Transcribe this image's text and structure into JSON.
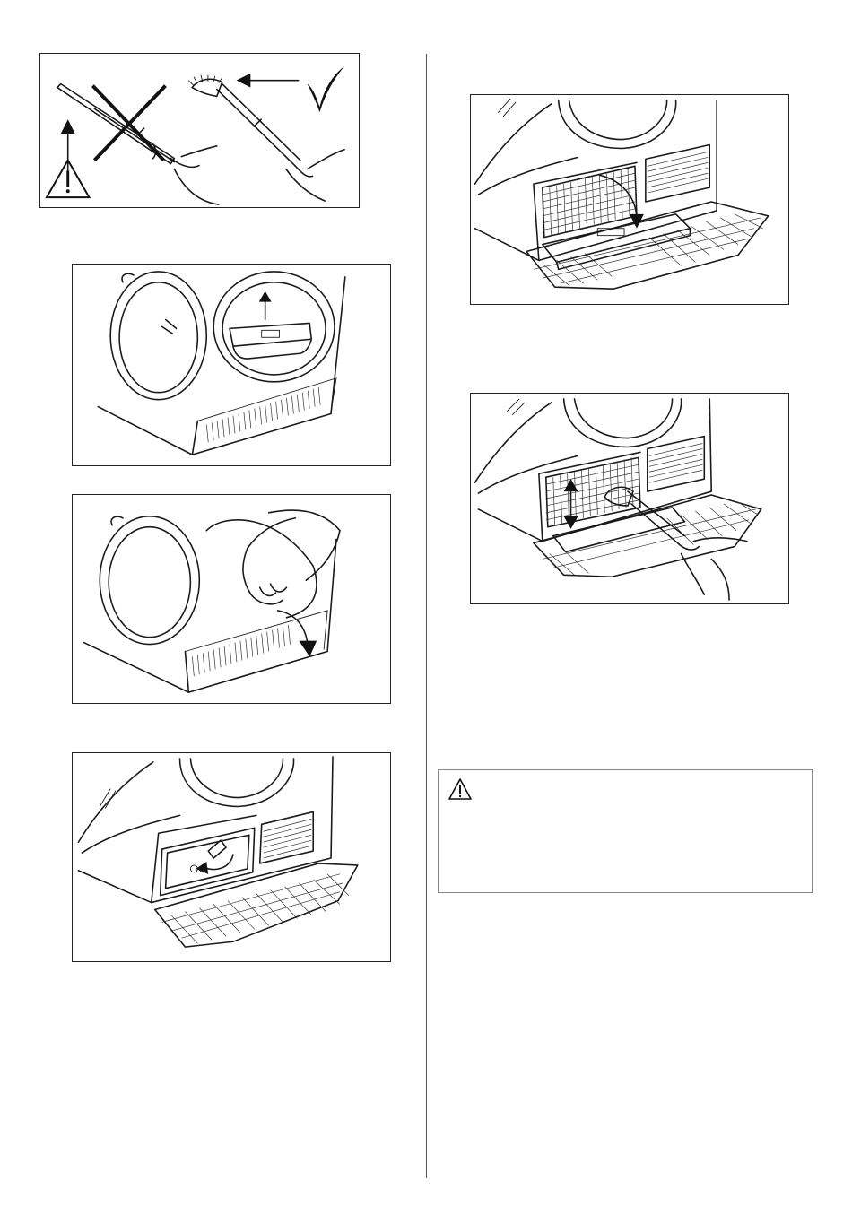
{
  "figures": [
    {
      "id": "nozzle-warning",
      "icons": [
        "warning-icon",
        "cross-icon",
        "check-icon"
      ]
    },
    {
      "id": "remove-filter"
    },
    {
      "id": "open-cover"
    },
    {
      "id": "unlock-lever"
    },
    {
      "id": "lower-panel"
    },
    {
      "id": "vacuum-filter"
    }
  ],
  "warning": {
    "icon": "warning-icon"
  }
}
